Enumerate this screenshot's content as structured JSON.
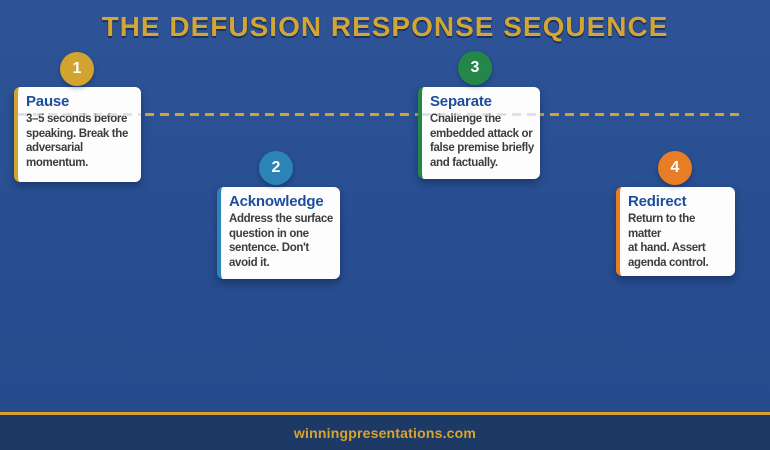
{
  "title": "THE DEFUSION RESPONSE SEQUENCE",
  "steps": [
    {
      "number": "1",
      "label": "Pause",
      "description": "3–5 seconds before\nspeaking. Break the\nadversarial\nmomentum.",
      "accent_color": "#d2a32e"
    },
    {
      "number": "2",
      "label": "Acknowledge",
      "description": "Address the surface\nquestion in one\nsentence. Don't\navoid it.",
      "accent_color": "#2b84b5"
    },
    {
      "number": "3",
      "label": "Separate",
      "description": "Challenge the\nembedded attack or\nfalse premise briefly\nand factually.",
      "accent_color": "#25864a"
    },
    {
      "number": "4",
      "label": "Redirect",
      "description": "Return to the matter\nat hand. Assert\nagenda control.",
      "accent_color": "#e87d26"
    }
  ],
  "footer": {
    "website": "winningpresentations.com"
  },
  "colors": {
    "background": "#274e91",
    "title_text": "#d2a537",
    "timeline_dash": "#d6a12f",
    "card_background": "#fdfdfe",
    "card_title_text": "#1c4e9d",
    "card_body_text": "#3d3d3d",
    "footer_bar": "#1d3a66",
    "footer_text": "#d9a42e"
  }
}
